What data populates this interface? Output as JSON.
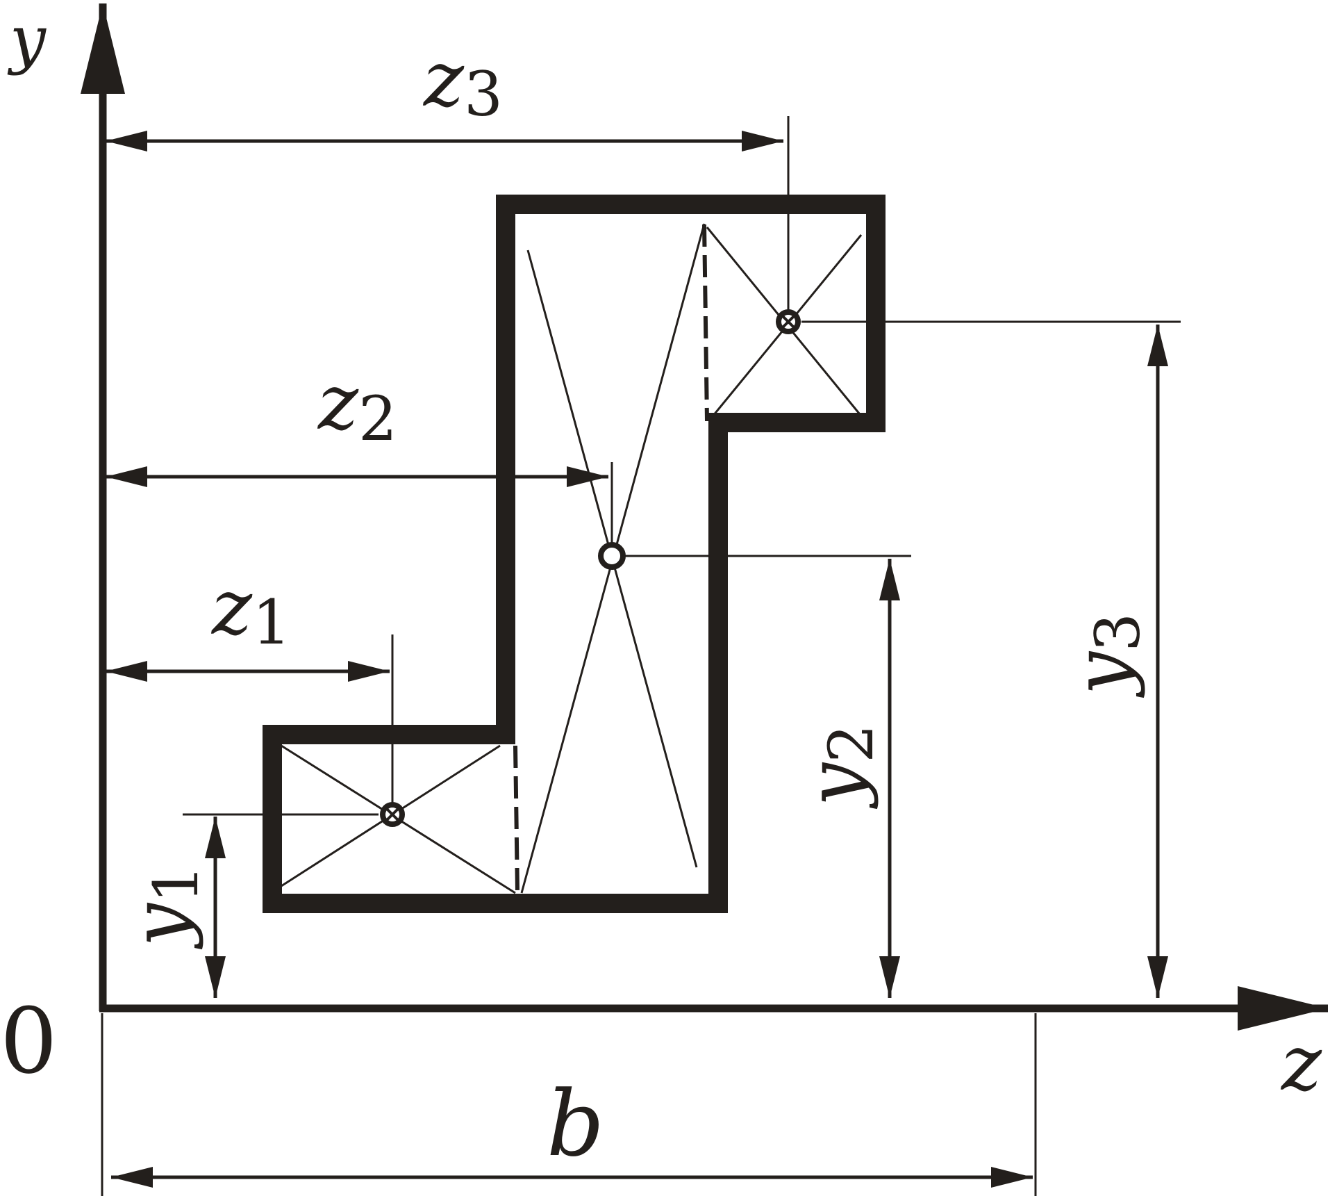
{
  "colors": {
    "ink": "#231f1c",
    "background": "#ffffff"
  },
  "axes": {
    "y": "y",
    "z": "z",
    "origin": "0"
  },
  "dimensions": {
    "z1": {
      "base": "z",
      "sub": "1"
    },
    "z2": {
      "base": "z",
      "sub": "2"
    },
    "z3": {
      "base": "z",
      "sub": "3"
    },
    "y1": {
      "base": "y",
      "sub": "1"
    },
    "y2": {
      "base": "y",
      "sub": "2"
    },
    "y3": {
      "base": "y",
      "sub": "3"
    },
    "b": "b"
  }
}
